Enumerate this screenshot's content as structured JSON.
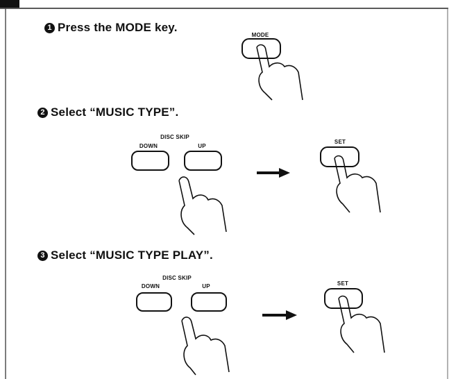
{
  "steps": [
    {
      "number": "1",
      "text": "Press the MODE key."
    },
    {
      "number": "2",
      "text": "Select “MUSIC TYPE”."
    },
    {
      "number": "3",
      "text": "Select “MUSIC TYPE PLAY”."
    }
  ],
  "buttons": {
    "mode": "MODE",
    "disc_skip": "DISC SKIP",
    "down": "DOWN",
    "up": "UP",
    "set": "SET"
  }
}
